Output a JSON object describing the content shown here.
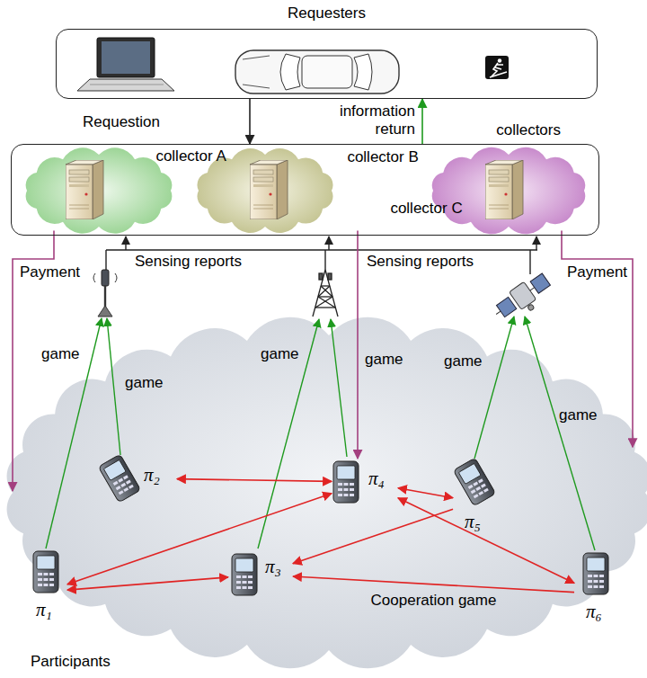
{
  "diagram": {
    "nodes": [
      {
        "text": [
          "Requesters"
        ]
      },
      {
        "text": [
          "collectors"
        ]
      },
      {
        "text": [
          "collector A"
        ],
        "in": 1
      },
      {
        "text": [
          "collector B"
        ],
        "in": 1
      },
      {
        "text": [
          "collector C"
        ],
        "in": 1
      },
      {
        "text": [
          "Participants"
        ]
      },
      {
        "text": [
          "π₁"
        ],
        "in": 5
      },
      {
        "text": [
          "π₂"
        ],
        "in": 5
      },
      {
        "text": [
          "π₃"
        ],
        "in": 5
      },
      {
        "text": [
          "π₄"
        ],
        "in": 5
      },
      {
        "text": [
          "π₅"
        ],
        "in": 5
      },
      {
        "text": [
          "π₆"
        ],
        "in": 5
      }
    ],
    "edges": [
      {
        "from": 0,
        "to": 1,
        "arrow": "to",
        "label": "Requestion"
      },
      {
        "from": 1,
        "to": 0,
        "arrow": "to",
        "label": "information return"
      },
      {
        "from": 2,
        "to": 5,
        "arrow": "to",
        "label": "Payment"
      },
      {
        "from": 3,
        "to": 9,
        "arrow": "to"
      },
      {
        "from": 4,
        "to": 5,
        "arrow": "to",
        "label": "Payment"
      },
      {
        "from": 7,
        "to": 9,
        "arrow": "both"
      },
      {
        "from": 9,
        "to": 10,
        "arrow": "both"
      },
      {
        "from": 6,
        "to": 9,
        "arrow": "both"
      },
      {
        "from": 6,
        "to": 8,
        "arrow": "both"
      },
      {
        "from": 9,
        "to": 11,
        "arrow": "both"
      },
      {
        "from": 10,
        "to": 8,
        "arrow": "to"
      },
      {
        "from": 11,
        "to": 8,
        "arrow": "to",
        "label": "Cooperation game"
      }
    ],
    "labels": [
      "Sensing reports",
      "Sensing reports",
      "game",
      "game",
      "game",
      "game",
      "game",
      "game"
    ]
  }
}
